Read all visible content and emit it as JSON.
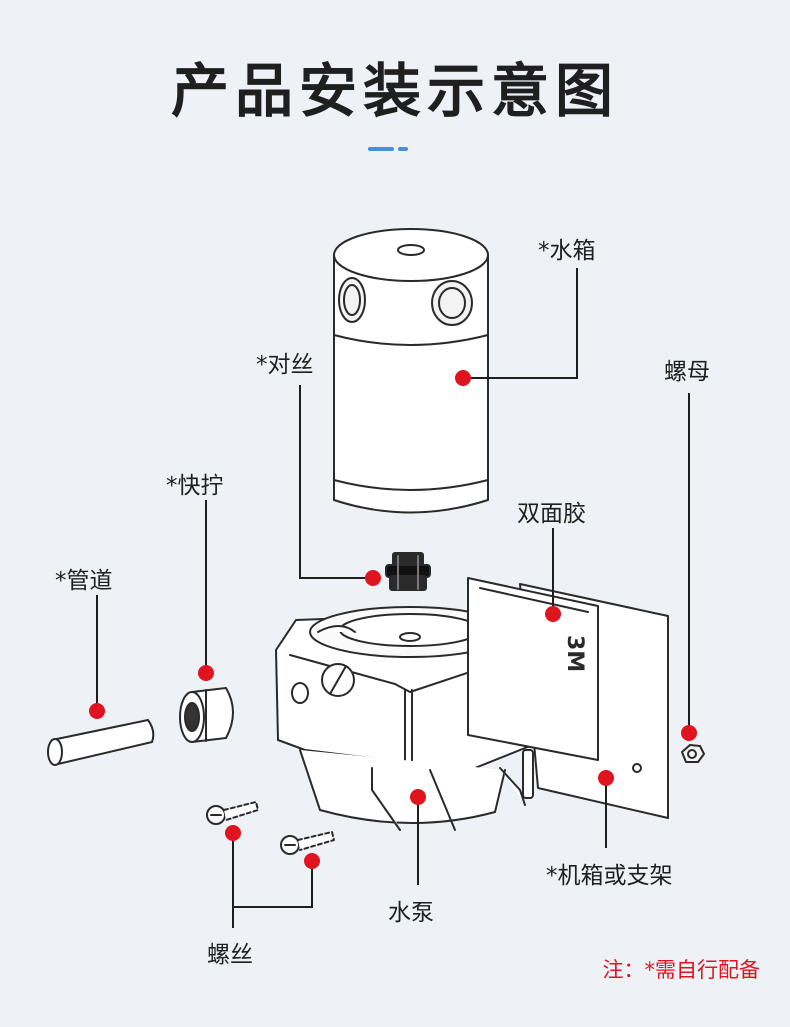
{
  "title": "产品安装示意图",
  "labels": {
    "water_tank": "*水箱",
    "coupler": "*对丝",
    "nut": "螺母",
    "quick_connector": "*快拧",
    "double_sided_tape": "双面胶",
    "pipe": "*管道",
    "case_or_bracket": "*机箱或支架",
    "pump": "水泵",
    "screws": "螺丝"
  },
  "tape_brand": "3M",
  "note": "注：*需自行配备",
  "colors": {
    "background": "#eef1f6",
    "accent": "#4a8fd6",
    "marker": "#e0141e",
    "line": "#1f1f1f"
  }
}
